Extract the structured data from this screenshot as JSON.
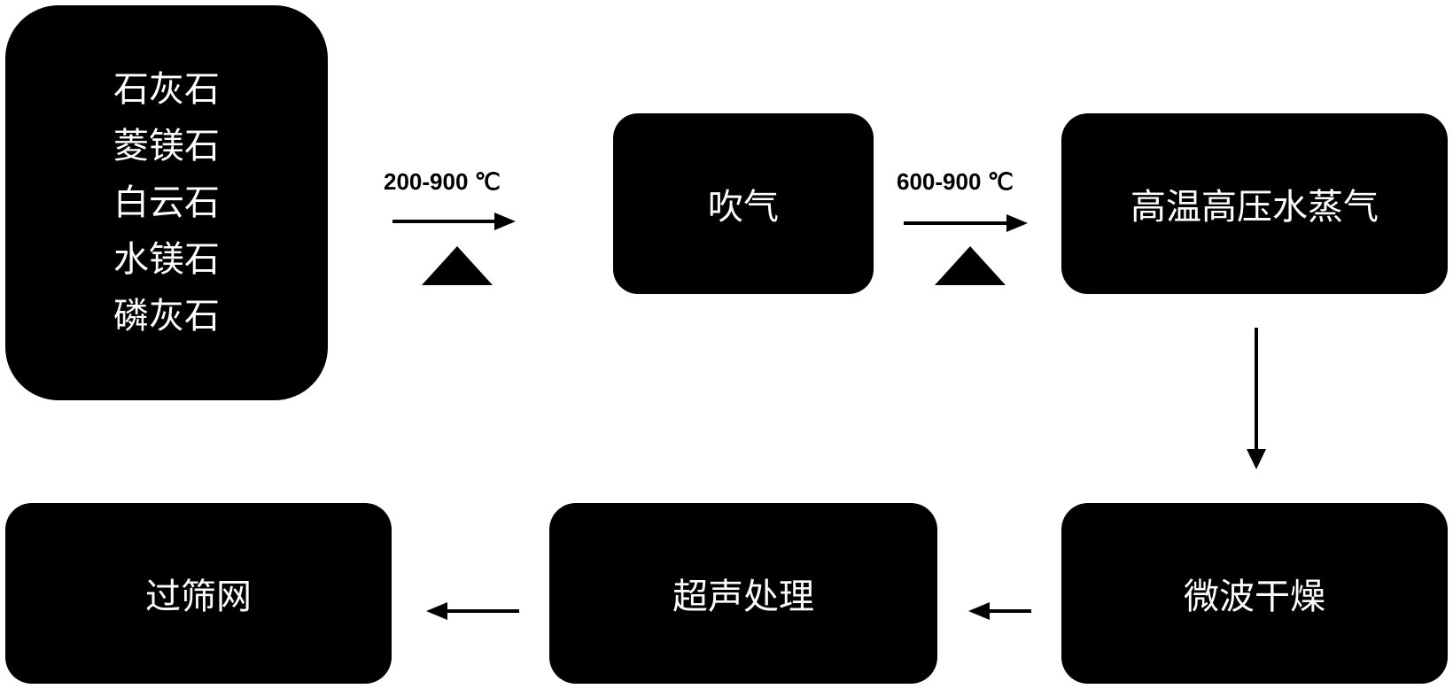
{
  "raw_materials": [
    "石灰石",
    "菱镁石",
    "白云石",
    "水镁石",
    "磷灰石"
  ],
  "steps": {
    "blowing": "吹气",
    "steam": "高温高压水蒸气",
    "microwave_drying": "微波干燥",
    "ultrasonic": "超声处理",
    "sieving": "过筛网"
  },
  "conditions": {
    "first": "200-900 ℃",
    "second": "600-900 ℃"
  },
  "colors": {
    "box_fill": "#000000",
    "box_text": "#ffffff",
    "arrow": "#000000"
  }
}
